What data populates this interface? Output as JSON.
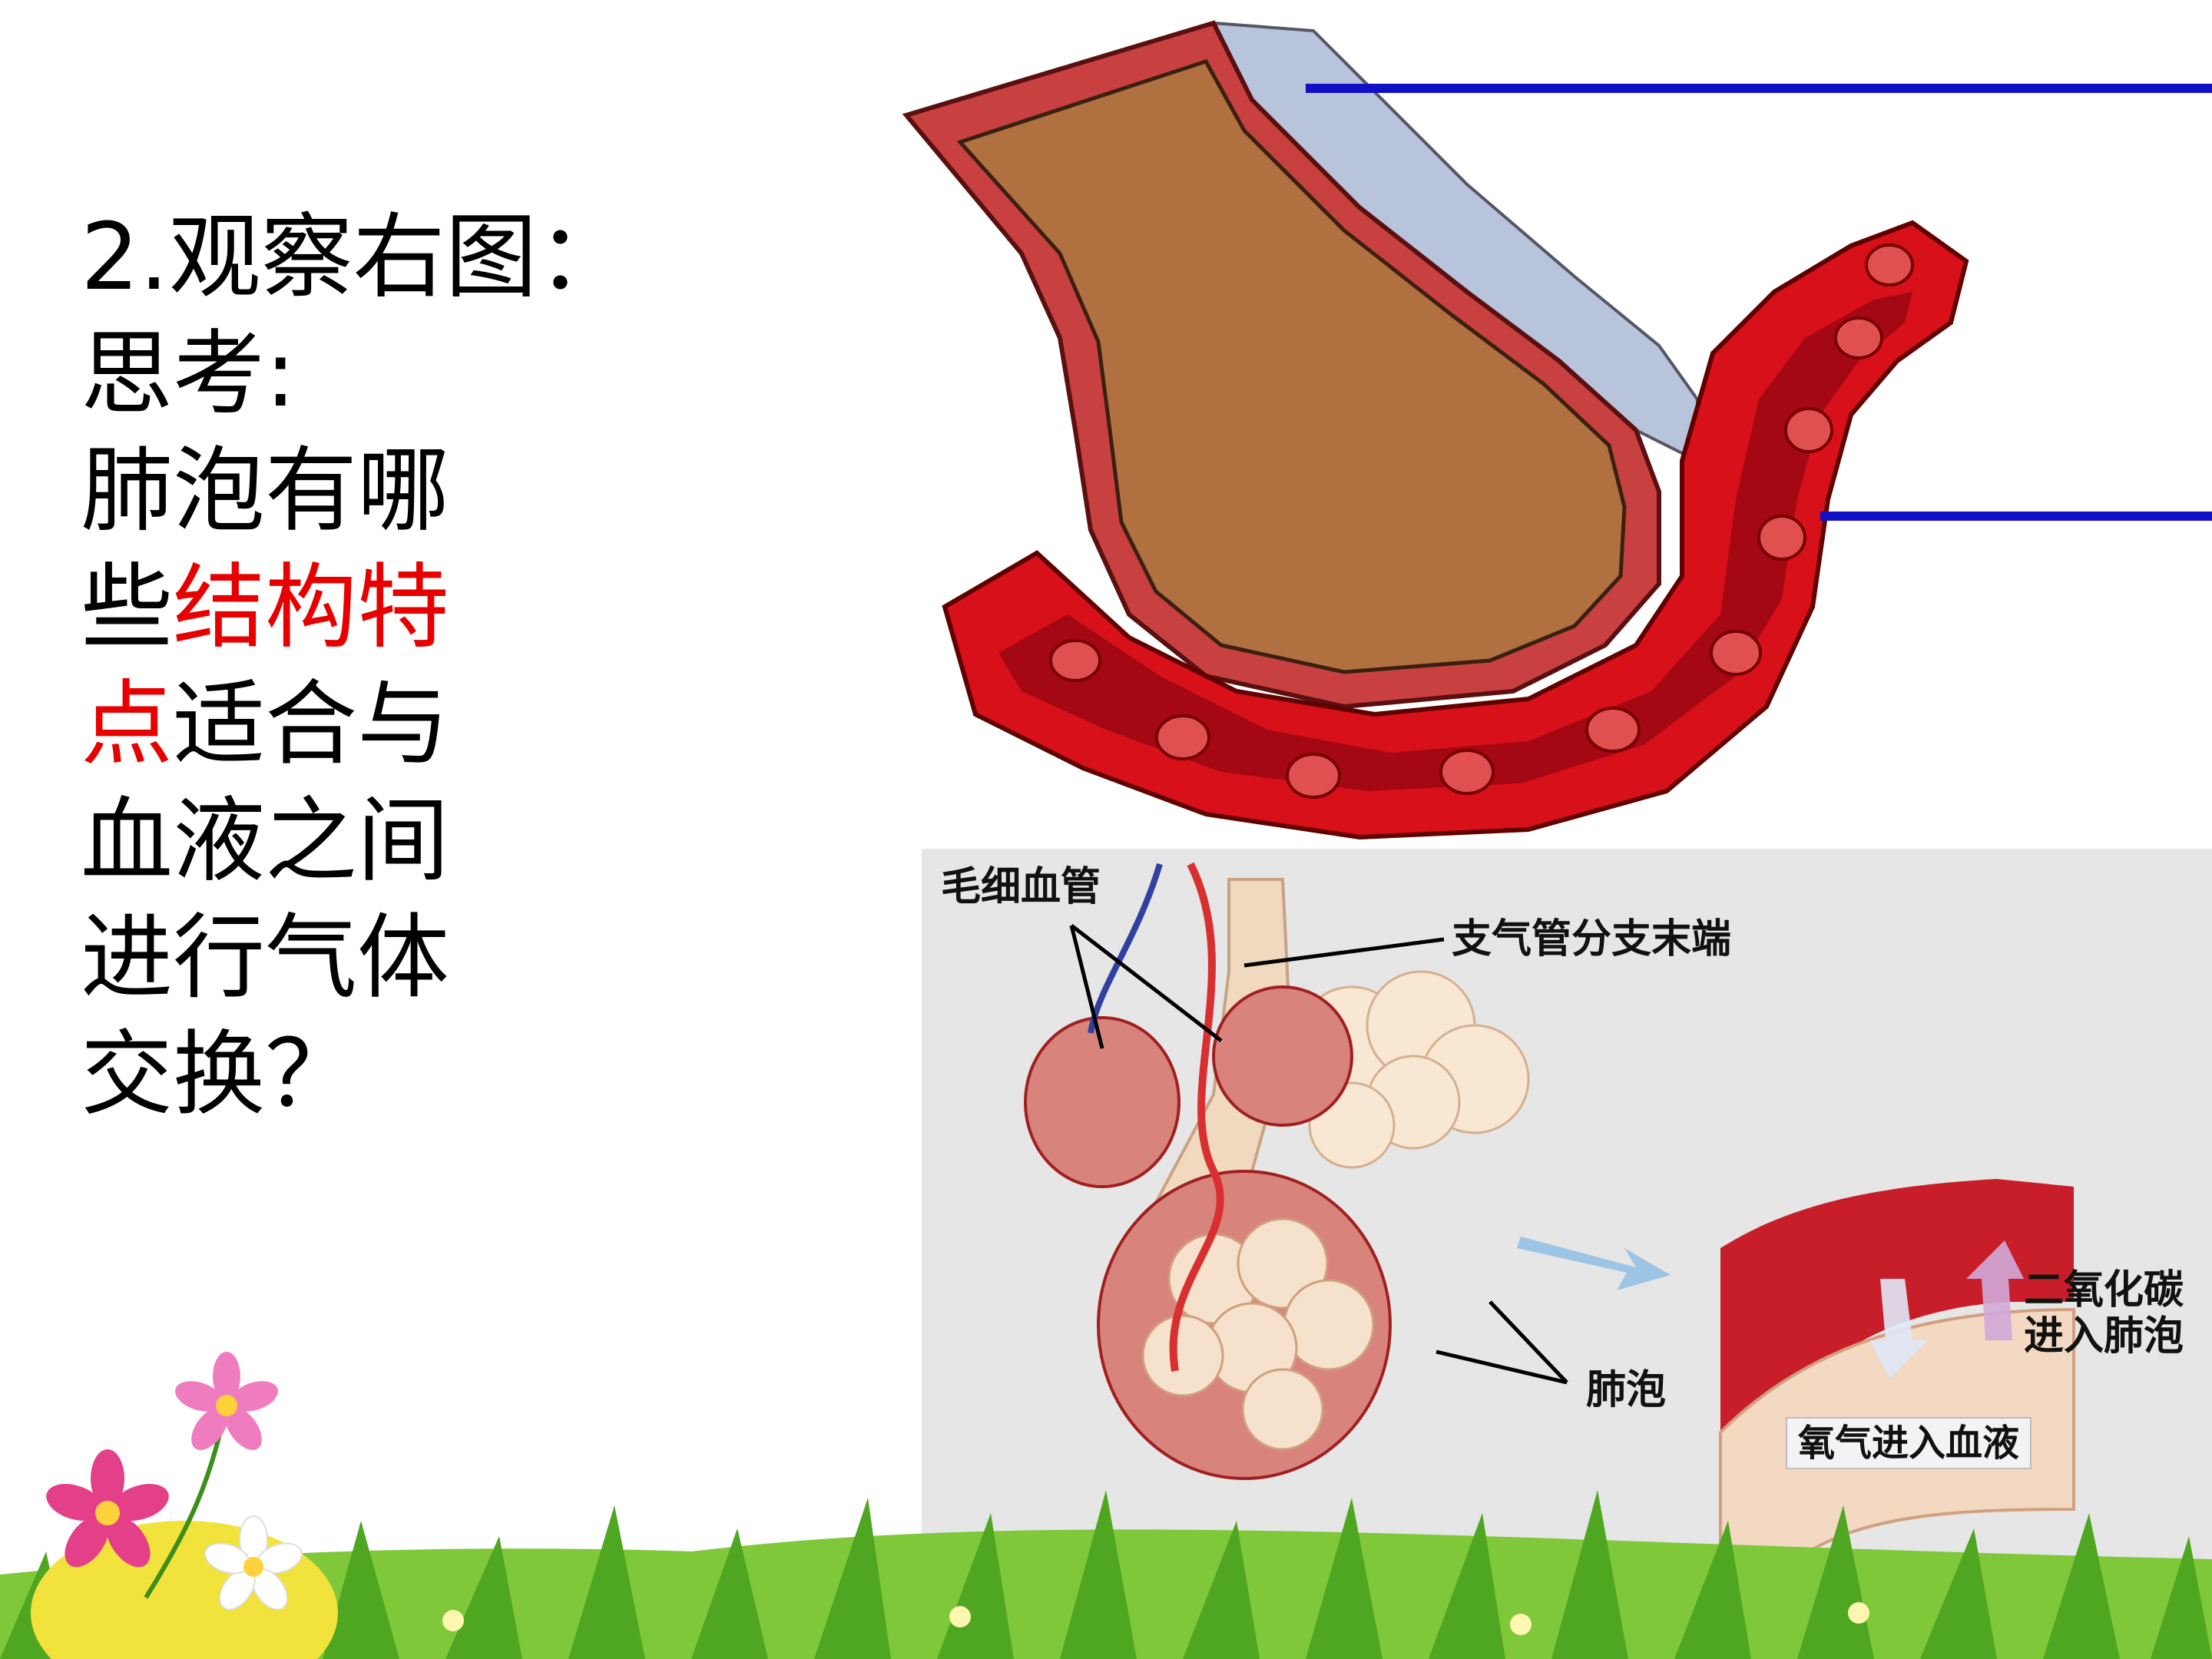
{
  "question": {
    "lines": [
      {
        "parts": [
          "2.观察右图："
        ]
      },
      {
        "parts": [
          "思考:"
        ]
      },
      {
        "parts": [
          "肺泡有哪"
        ]
      },
      {
        "parts": [
          "些",
          "结构特"
        ]
      },
      {
        "parts": [
          "点",
          "适合与"
        ]
      },
      {
        "parts": [
          "血液之间"
        ]
      },
      {
        "parts": [
          "进行气体"
        ]
      },
      {
        "parts": [
          "交换？"
        ]
      }
    ]
  },
  "figure": {
    "labels": {
      "capillary": "毛细血管",
      "bronchiole": "支气管分支末端",
      "alveoli": "肺泡",
      "co2_line1": "二氧化碳",
      "co2_line2": "进入肺泡",
      "o2": "氧气进入血液"
    },
    "caption_partial": "…与…的气体交换"
  },
  "colors": {
    "highlight": "#e60000",
    "pointer_line": "#1010c8",
    "alveolus_fill": "#b07040",
    "vessel_red": "#d8101a",
    "membrane_blue": "#b8c4dc"
  }
}
